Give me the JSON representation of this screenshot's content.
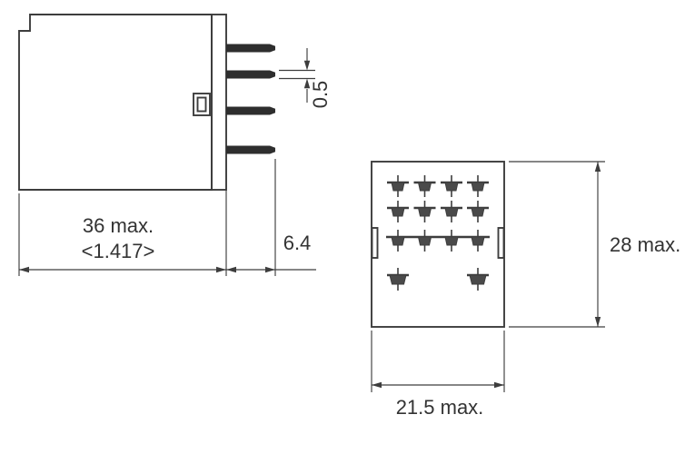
{
  "diagram": {
    "type": "technical-dimension-drawing",
    "subject": "relay side view and terminal (bottom) view",
    "labels": {
      "body_width": "36 max.",
      "body_width_inches": "<1.417>",
      "pin_length": "6.4",
      "pin_thickness": "0.5",
      "bottom_height": "28 max.",
      "bottom_width": "21.5 max."
    },
    "colors": {
      "line": "#3d3d3d",
      "text": "#333333",
      "background": "#ffffff",
      "pin_fill": "#2e2e2e",
      "terminal_fill": "#4a4a4a"
    },
    "side_view": {
      "pin_count": 4
    },
    "bottom_view": {
      "pin_rows": [
        {
          "count": 4,
          "bar": "individual"
        },
        {
          "count": 4,
          "bar": "individual"
        },
        {
          "count": 4,
          "bar": "connected"
        },
        {
          "count": 2,
          "bar": "individual",
          "positions": "outer",
          "large": true
        }
      ]
    }
  }
}
